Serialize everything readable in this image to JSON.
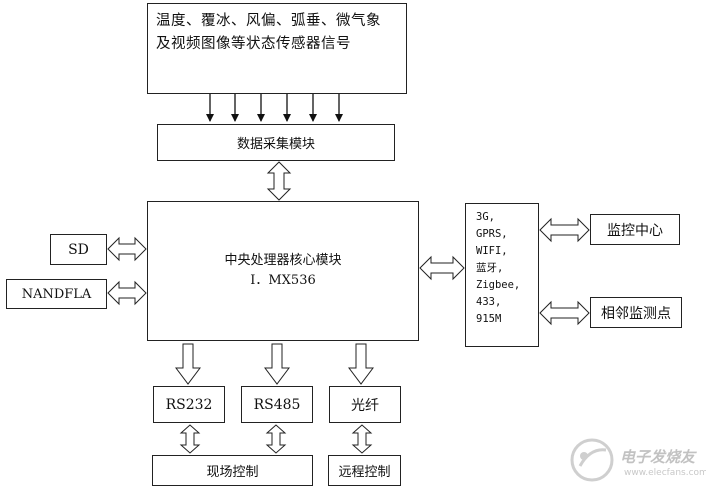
{
  "sensors": {
    "line1": "温度、覆冰、风偏、弧垂、微气象",
    "line2": "及视频图像等状态传感器信号"
  },
  "acquisition": {
    "label": "数据采集模块"
  },
  "core": {
    "title": "中央处理器核心模块",
    "subtitle": "I．MX536"
  },
  "storage": {
    "sd": "SD",
    "nand": "NANDFLA"
  },
  "wireless": {
    "items": [
      "3G,",
      "GPRS,",
      "WIFI,",
      "蓝牙,",
      "Zigbee,",
      "433,",
      "915M"
    ]
  },
  "remote_nodes": {
    "monitor": "监控中心",
    "neighbor": "相邻监测点"
  },
  "interfaces": {
    "rs232": "RS232",
    "rs485": "RS485",
    "fiber": "光纤"
  },
  "controls": {
    "local": "现场控制",
    "remote": "远程控制"
  },
  "watermark": {
    "text": "电子发烧友",
    "url": "www.elecfans.com"
  }
}
